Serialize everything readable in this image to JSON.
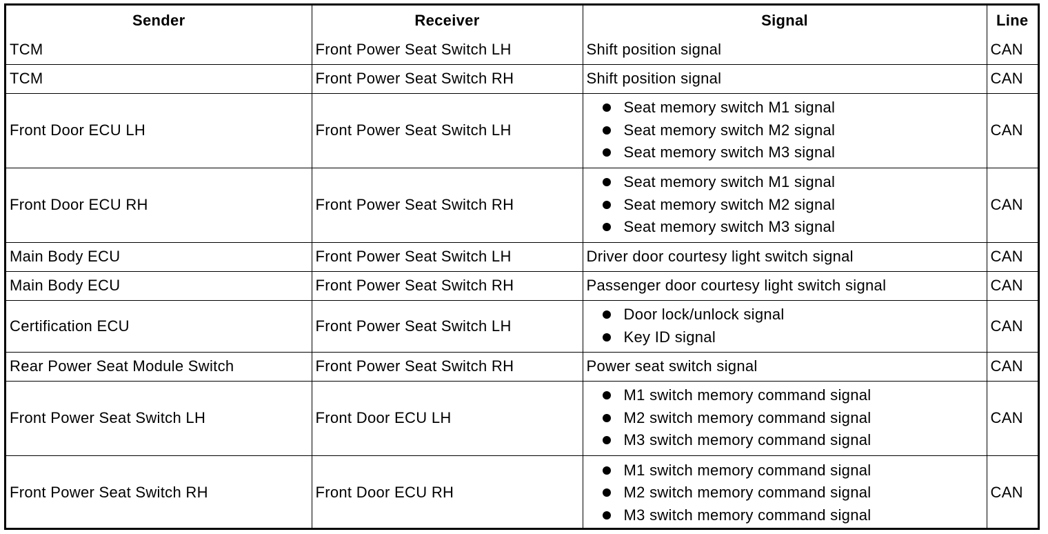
{
  "headers": {
    "sender": "Sender",
    "receiver": "Receiver",
    "signal": "Signal",
    "line": "Line"
  },
  "rows": [
    {
      "sender": "TCM",
      "receiver": "Front Power Seat Switch LH",
      "signal": [
        "Shift position signal"
      ],
      "line": "CAN"
    },
    {
      "sender": "TCM",
      "receiver": "Front Power Seat Switch RH",
      "signal": [
        "Shift position signal"
      ],
      "line": "CAN"
    },
    {
      "sender": "Front Door ECU LH",
      "receiver": "Front Power Seat Switch LH",
      "signal": [
        "Seat memory switch M1 signal",
        "Seat memory switch M2 signal",
        "Seat memory switch M3 signal"
      ],
      "line": "CAN"
    },
    {
      "sender": "Front Door ECU RH",
      "receiver": "Front Power Seat Switch RH",
      "signal": [
        "Seat memory switch M1 signal",
        "Seat memory switch M2 signal",
        "Seat memory switch M3 signal"
      ],
      "line": "CAN"
    },
    {
      "sender": "Main Body ECU",
      "receiver": "Front Power Seat Switch LH",
      "signal": [
        "Driver door courtesy light switch signal"
      ],
      "line": "CAN"
    },
    {
      "sender": "Main Body ECU",
      "receiver": "Front Power Seat Switch RH",
      "signal": [
        "Passenger door courtesy light switch signal"
      ],
      "line": "CAN"
    },
    {
      "sender": "Certification ECU",
      "receiver": "Front Power Seat Switch LH",
      "signal": [
        "Door lock/unlock signal",
        "Key ID signal"
      ],
      "line": "CAN"
    },
    {
      "sender": "Rear Power Seat Module Switch",
      "receiver": "Front Power Seat Switch RH",
      "signal": [
        "Power seat switch signal"
      ],
      "line": "CAN"
    },
    {
      "sender": "Front Power Seat Switch LH",
      "receiver": "Front Door ECU LH",
      "signal": [
        "M1 switch memory command signal",
        "M2 switch memory command signal",
        "M3 switch memory command signal"
      ],
      "line": "CAN"
    },
    {
      "sender": "Front Power Seat Switch RH",
      "receiver": "Front Door ECU RH",
      "signal": [
        "M1 switch memory command signal",
        "M2 switch memory command signal",
        "M3 switch memory command signal"
      ],
      "line": "CAN"
    }
  ]
}
